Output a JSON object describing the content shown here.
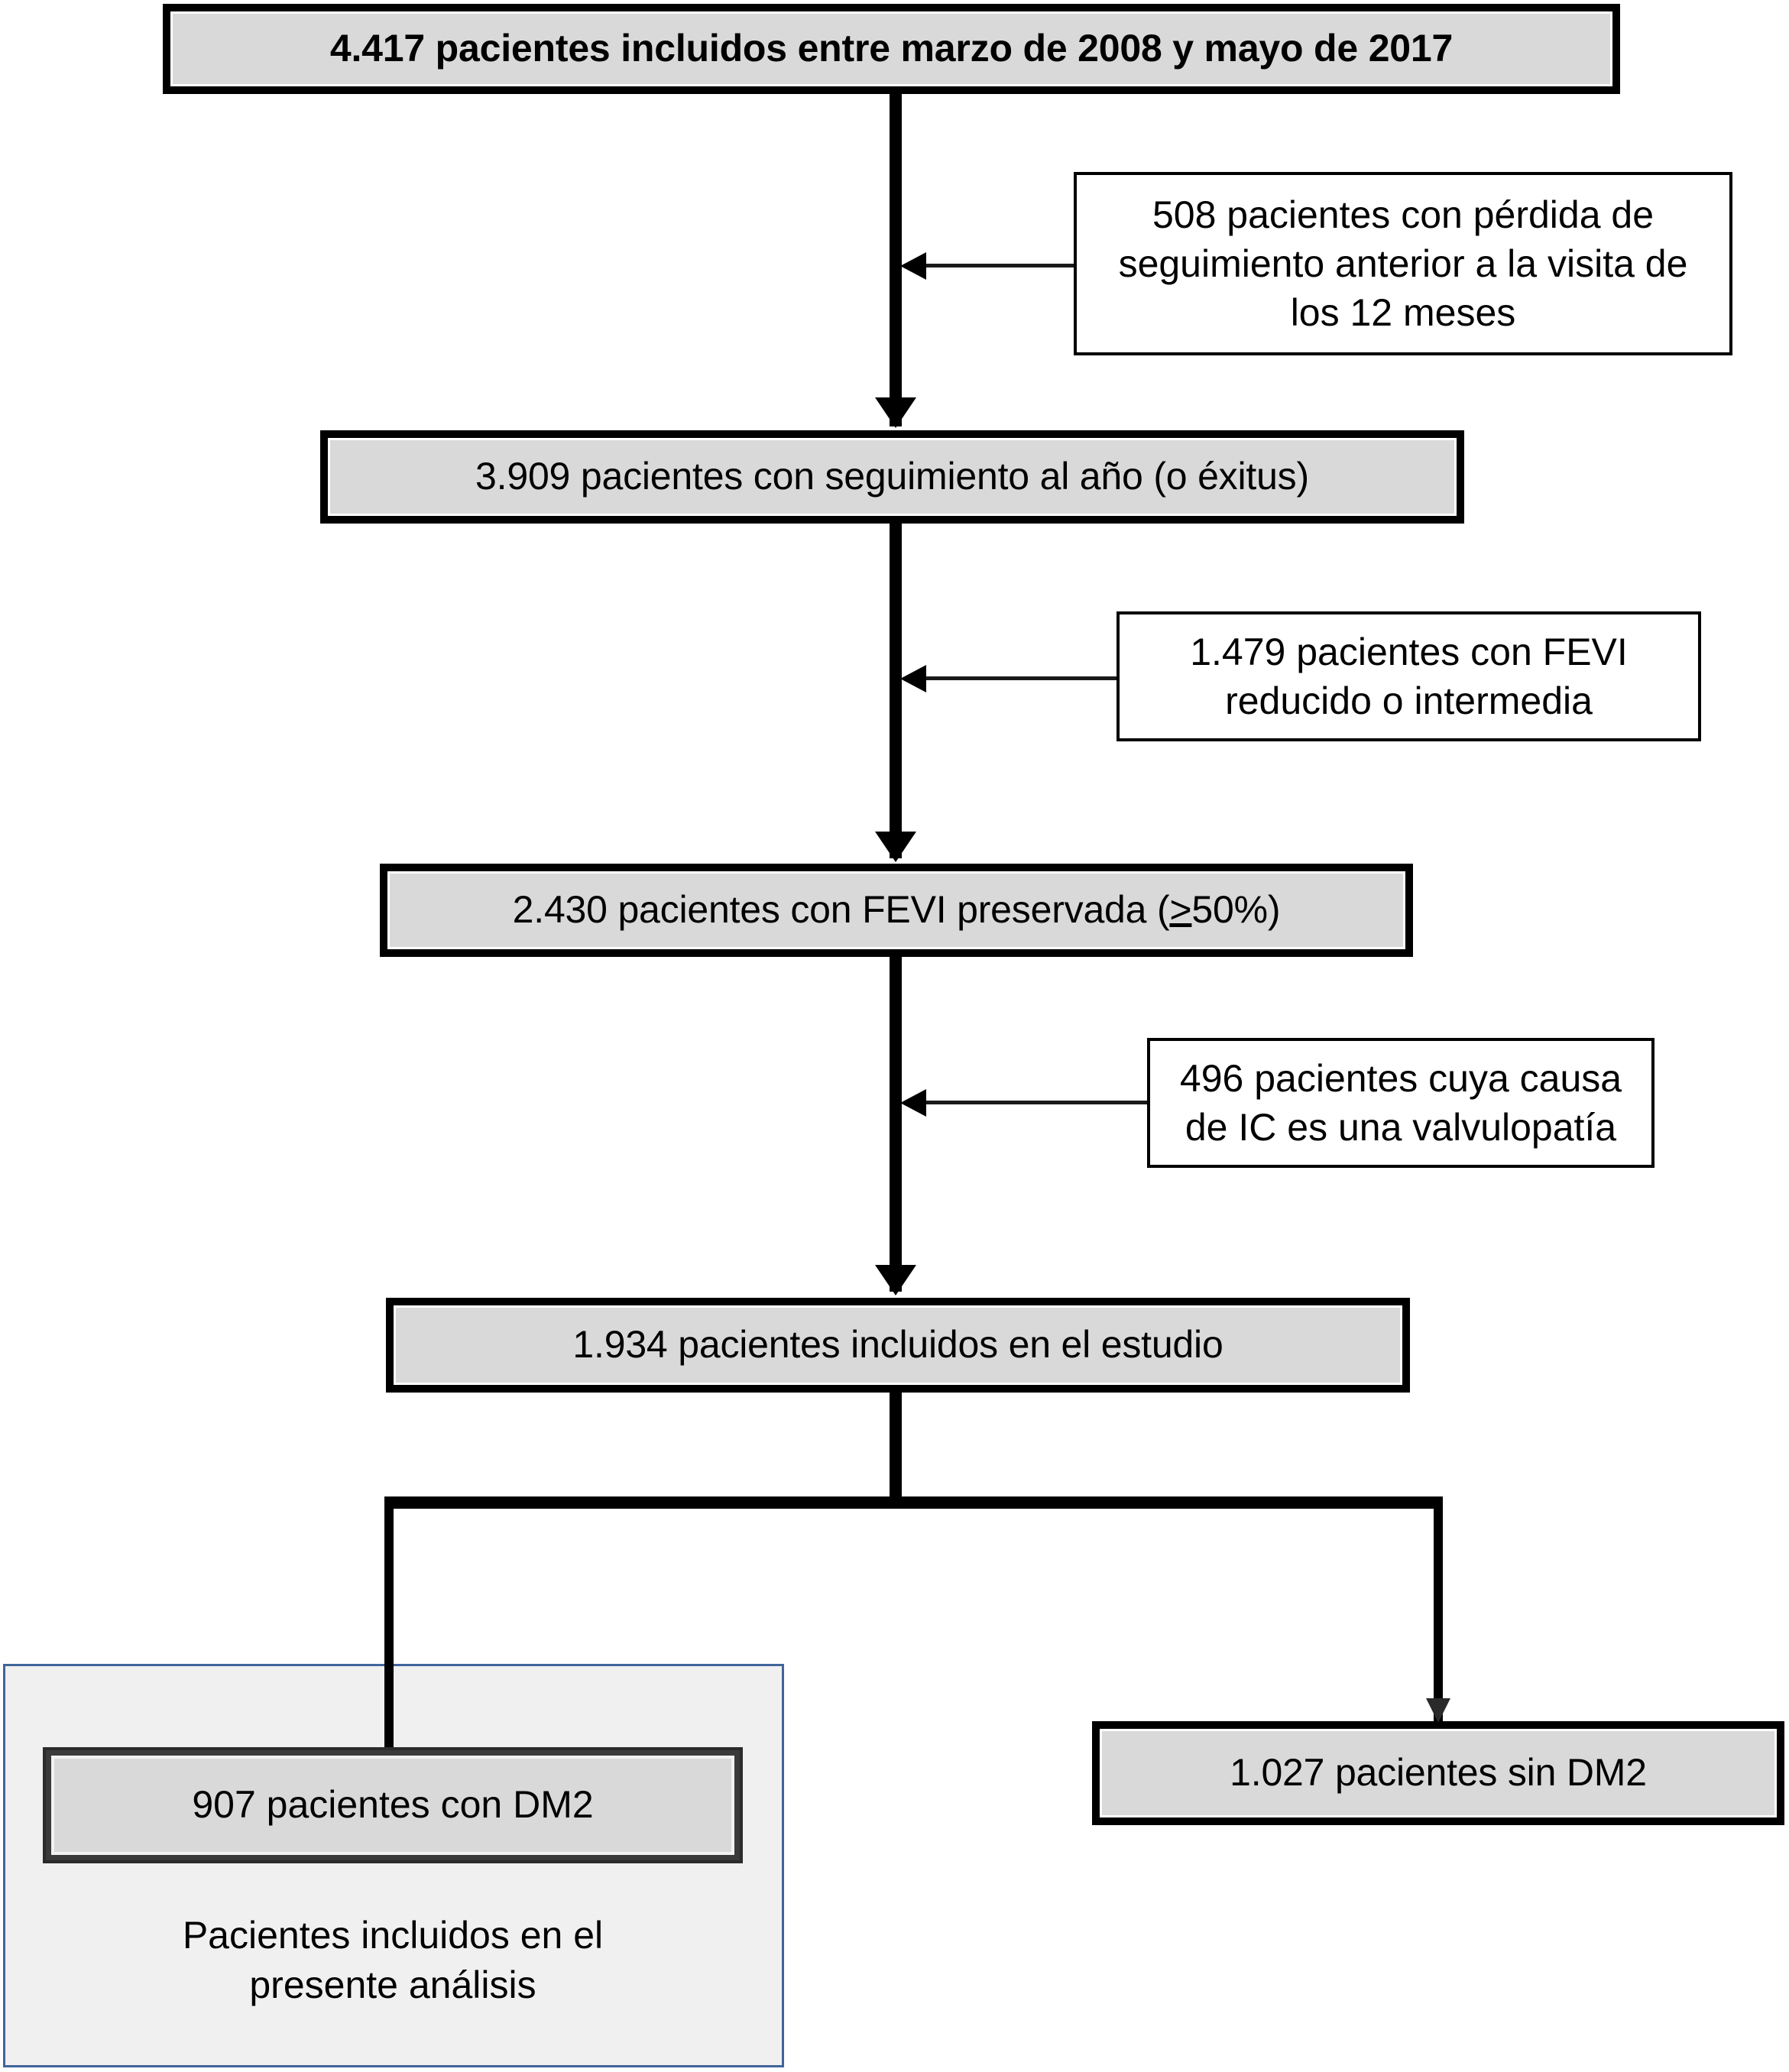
{
  "chart_data": {
    "type": "diagram",
    "title": "Diagrama de flujo de seleccion de pacientes",
    "nodes": [
      {
        "id": "enrolled",
        "label": "4.417 pacientes incluidos entre marzo de 2008 y mayo de 2017",
        "count": 4417,
        "kind": "main"
      },
      {
        "id": "followup",
        "label": "3.909 pacientes con seguimiento al año (o éxitus)",
        "count": 3909,
        "kind": "main"
      },
      {
        "id": "hfpef",
        "label": "2.430 pacientes con FEVI preservada (>50%)",
        "count": 2430,
        "kind": "main"
      },
      {
        "id": "included",
        "label": "1.934 pacientes incluidos en el estudio",
        "count": 1934,
        "kind": "main"
      },
      {
        "id": "dm2",
        "label": "907 pacientes con DM2",
        "count": 907,
        "kind": "outcome"
      },
      {
        "id": "nodm2",
        "label": "1.027 pacientes sin DM2",
        "count": 1027,
        "kind": "outcome"
      }
    ],
    "exclusions": [
      {
        "id": "excl1",
        "label": "508 pacientes con pérdida de seguimiento anterior a la visita de los 12 meses",
        "count": 508
      },
      {
        "id": "excl2",
        "label": "1.479 pacientes con FEVI reducido o intermedia",
        "count": 1479
      },
      {
        "id": "excl3",
        "label": "496 pacientes cuya causa de IC es una valvulopatía",
        "count": 496
      }
    ],
    "flow": [
      "enrolled",
      "followup",
      "hfpef",
      "included",
      [
        "dm2",
        "nodm2"
      ]
    ]
  },
  "boxes": {
    "enrolled": {
      "text": "4.417 pacientes incluidos entre marzo de 2008 y mayo de 2017"
    },
    "followup": {
      "text": "3.909 pacientes con seguimiento al año (o éxitus)"
    },
    "hfpef": {
      "prefix": "2.430 pacientes con FEVI preservada (",
      "gte": ">",
      "suffix": "50%)"
    },
    "included": {
      "text": "1.934 pacientes incluidos en el estudio"
    },
    "dm2": {
      "text": "907 pacientes con DM2"
    },
    "nodm2": {
      "text": "1.027 pacientes sin DM2"
    }
  },
  "exclusions": {
    "excl1": {
      "line1": "508 pacientes con pérdida de",
      "line2": "seguimiento anterior a la visita de",
      "line3": "los 12 meses"
    },
    "excl2": {
      "line1": "1.479 pacientes con FEVI",
      "line2": "reducido o intermedia"
    },
    "excl3": {
      "line1": "496 pacientes cuya causa",
      "line2": "de IC es una valvulopatía"
    }
  },
  "panel": {
    "caption_line1": "Pacientes incluidos en el",
    "caption_line2": "presente análisis",
    "border_color": "#41649b",
    "fill_color": "#f0f0f0"
  },
  "colors": {
    "box_fill": "#d9d9d9",
    "box_border": "#000000",
    "side_box_fill": "#ffffff",
    "connector": "#000000",
    "panel_accent": "#41649b",
    "background": "#ffffff"
  }
}
